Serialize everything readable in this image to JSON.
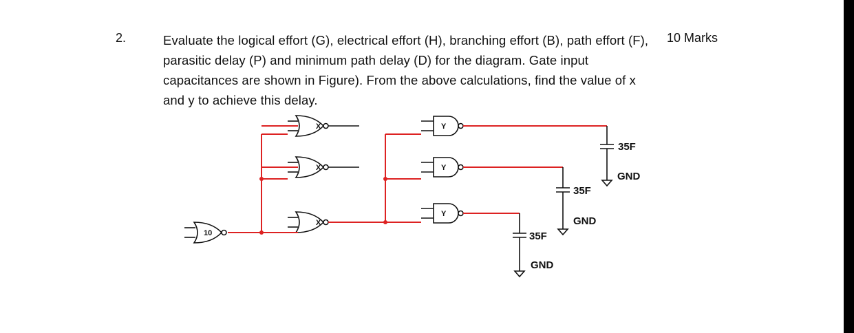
{
  "question": {
    "number": "2.",
    "text": "Evaluate the logical effort (G), electrical effort (H), branching effort (B), path effort (F), parasitic delay (P) and minimum path delay (D) for the diagram. Gate input capacitances are shown in Figure). From the above calculations, find the value of x and y to achieve this delay.",
    "marks": "10 Marks"
  },
  "circuit": {
    "input_gate_label": "10",
    "nor_gate_label": "X",
    "nand_gate_label": "Y",
    "cap_labels": [
      "35F",
      "35F",
      "35F"
    ],
    "gnd_labels": [
      "GND",
      "GND",
      "GND"
    ],
    "colors": {
      "wire_highlight": "#dd2222",
      "wire": "#111111"
    }
  }
}
